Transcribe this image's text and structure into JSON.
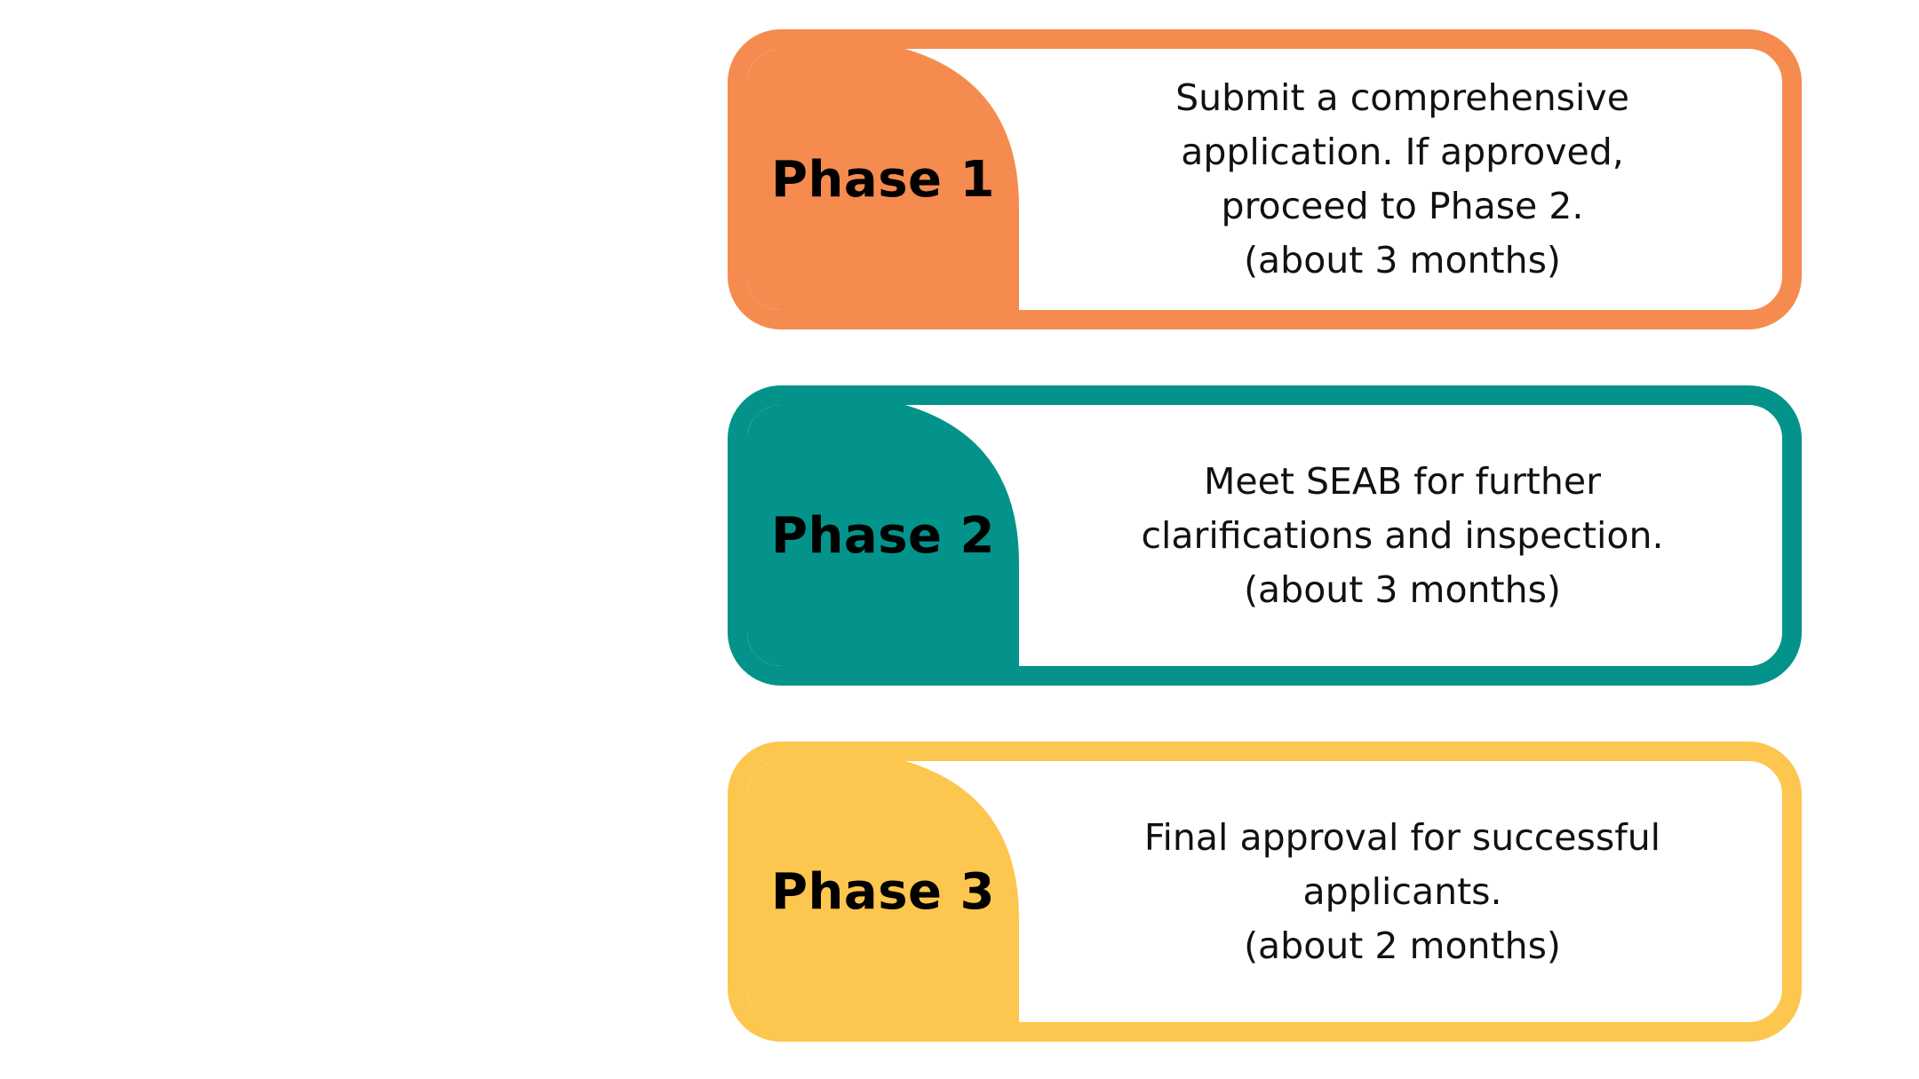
{
  "colors": {
    "phase1": "#F68B4F",
    "phase2": "#03938A",
    "phase3": "#FDC64F"
  },
  "phases": [
    {
      "label": "Phase 1",
      "lines": [
        "Submit a comprehensive",
        "application. If approved,",
        "proceed to Phase 2.",
        "(about 3 months)"
      ]
    },
    {
      "label": "Phase 2",
      "lines": [
        "Meet SEAB for further",
        "clarifications and inspection.",
        "(about 3 months)"
      ]
    },
    {
      "label": "Phase 3",
      "lines": [
        "Final approval for successful",
        "applicants.",
        "(about 2 months)"
      ]
    }
  ]
}
